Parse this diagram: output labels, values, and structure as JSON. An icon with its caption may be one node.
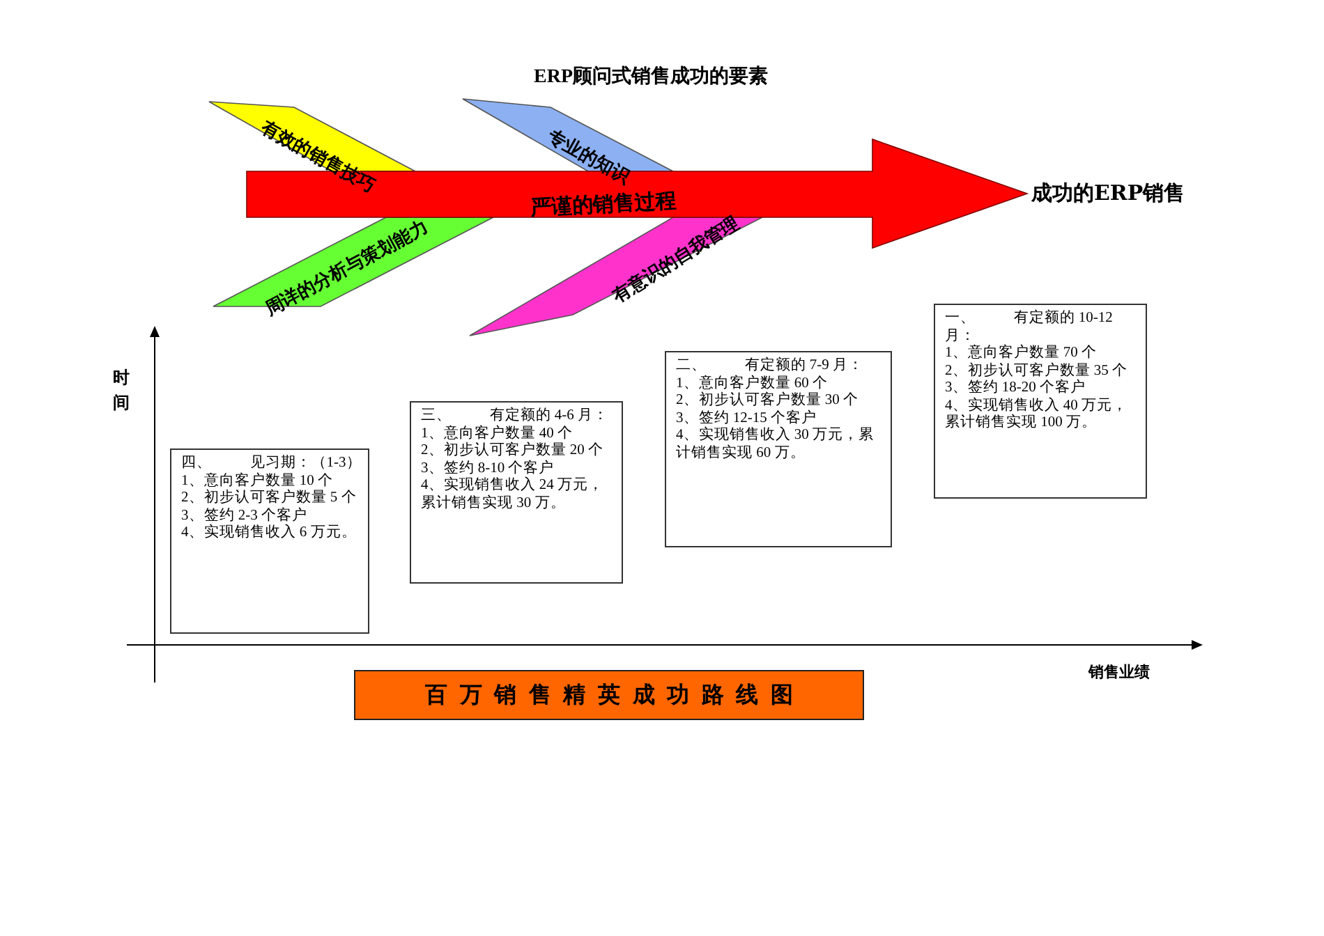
{
  "diagram": {
    "title": "ERP顾问式销售成功的要素",
    "nodes": [
      {
        "text": [
          "有效的销售技巧"
        ]
      },
      {
        "text": [
          "专业的知识"
        ]
      },
      {
        "text": [
          "严谨的销售过程"
        ],
        "beside": [
          "成功的ERP销售"
        ]
      },
      {
        "text": [
          "周详的分析与策划能力"
        ]
      },
      {
        "text": [
          "有意识的自我管理"
        ]
      },
      {
        "text": [
          "四、 见习期：（1-3）",
          "1、意向客户数量 10 个",
          "2、初步认可客户数量 5 个",
          "3、签约 2-3 个客户",
          "4、实现销售收入 6 万元。"
        ]
      },
      {
        "text": [
          "三、 有定额的 4-6 月：",
          "1、意向客户数量 40 个",
          "2、初步认可客户数量 20 个",
          "3、签约 8-10 个客户",
          "4、实现销售收入 24 万元，累计销售实现 30 万。"
        ]
      },
      {
        "text": [
          "二、 有定额的 7-9 月：",
          "1、意向客户数量 60 个",
          "2、初步认可客户数量 30 个",
          "3、签约 12-15 个客户",
          "4、实现销售收入 30 万元，累计销售实现 60 万。"
        ]
      },
      {
        "text": [
          "一、 有定额的 10-12 月：",
          "1、意向客户数量 70 个",
          "2、初步认可客户数量 35 个",
          "3、签约 18-20 个客户",
          "4、实现销售收入 40 万元，累计销售实现 100 万。"
        ]
      },
      {
        "text": [
          "百万销售精英成功路线图"
        ]
      }
    ],
    "labels": [
      "时间",
      "销售业绩"
    ]
  }
}
